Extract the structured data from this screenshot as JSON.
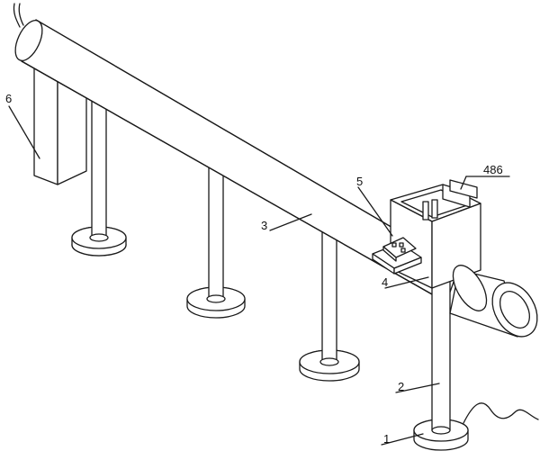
{
  "labels": {
    "label_1": "1",
    "label_2": "2",
    "label_3": "3",
    "label_4": "4",
    "label_5": "5",
    "label_6": "6",
    "label_486": "486"
  }
}
